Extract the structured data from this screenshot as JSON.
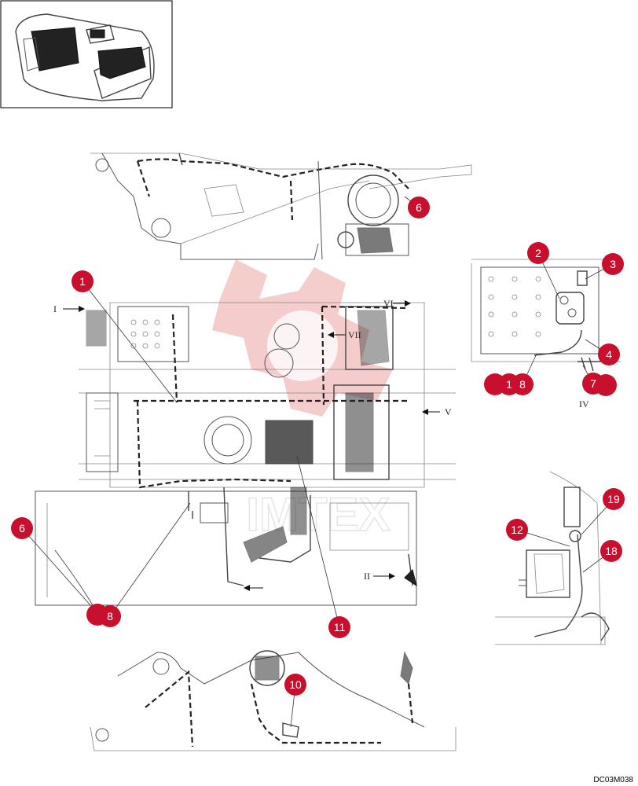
{
  "drawing_code": "DC03M038",
  "view_labels": {
    "view1": "I",
    "view2": "II",
    "view4": "IV",
    "view5": "V",
    "view6": "VI",
    "view7": "VII"
  },
  "callouts": [
    {
      "id": "c1",
      "label": "1"
    },
    {
      "id": "c2",
      "label": "2"
    },
    {
      "id": "c3",
      "label": "3"
    },
    {
      "id": "c4",
      "label": "4"
    },
    {
      "id": "c6a",
      "label": "6"
    },
    {
      "id": "c6b",
      "label": "6"
    },
    {
      "id": "c7",
      "label": "7"
    },
    {
      "id": "c8a",
      "label": "8"
    },
    {
      "id": "c8b",
      "label": "8"
    },
    {
      "id": "c10",
      "label": "10"
    },
    {
      "id": "c11",
      "label": "11"
    },
    {
      "id": "c12",
      "label": "12"
    },
    {
      "id": "c18",
      "label": "18"
    },
    {
      "id": "c19",
      "label": "19"
    },
    {
      "id": "c1b",
      "label": "1"
    }
  ],
  "colors": {
    "callout": "#c8102e",
    "line": "#444444",
    "watermark": "#e8a8a8"
  }
}
